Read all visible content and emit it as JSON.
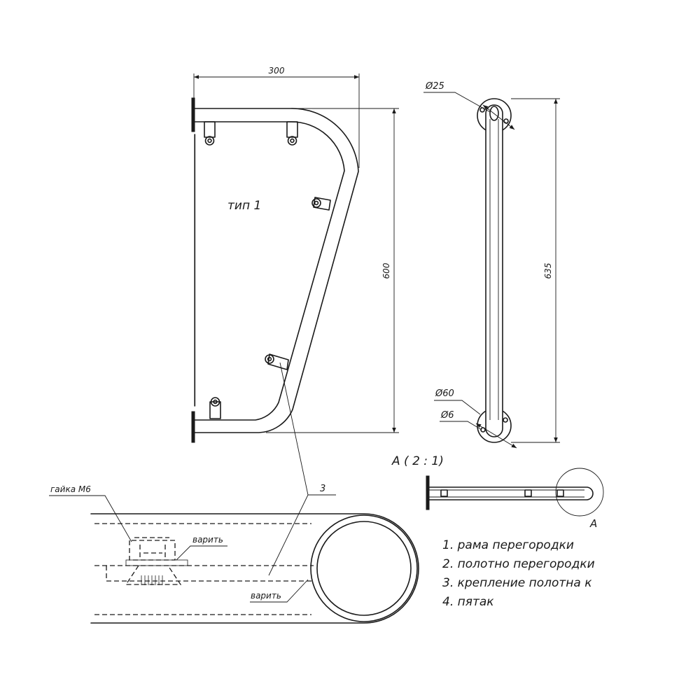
{
  "labels": {
    "dim_width": "300",
    "dim_height": "600",
    "dim_side_height": "635",
    "dia_25": "Ø25",
    "dia_60": "Ø60",
    "dia_6": "Ø6",
    "type_label": "тип 1",
    "detail_title": "А ( 2 : 1)",
    "detail_marker": "А",
    "callout_3": "3",
    "nut_label": "гайка М6",
    "weld_label_1": "варить",
    "weld_label_2": "варить"
  },
  "legend": [
    "1. рама перегородки",
    "2. полотно перегородки",
    "3. крепление полотна к",
    "4. пятак"
  ]
}
